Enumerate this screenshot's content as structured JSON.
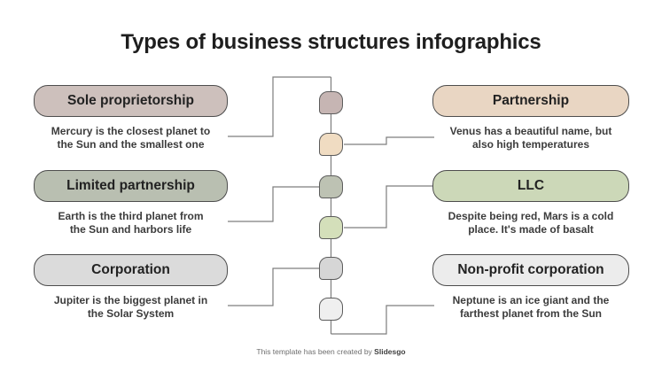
{
  "title": "Types of business structures infographics",
  "items": [
    {
      "title": "Sole proprietorship",
      "description": "Mercury is the closest planet to\nthe Sun and the smallest one",
      "pill_color": "#cdc0bc",
      "node_color": "#c6b5b3"
    },
    {
      "title": "Partnership",
      "description": "Venus has a beautiful name, but\nalso high temperatures",
      "pill_color": "#e9d6c3",
      "node_color": "#f0dcc2"
    },
    {
      "title": "Limited partnership",
      "description": "Earth is the third planet from\nthe Sun and harbors life",
      "pill_color": "#b9bfb1",
      "node_color": "#bdc2b3"
    },
    {
      "title": "LLC",
      "description": "Despite being red, Mars is a cold\nplace. It's made of basalt",
      "pill_color": "#ccd8b8",
      "node_color": "#d4dfba"
    },
    {
      "title": "Corporation",
      "description": "Jupiter is the biggest planet in\nthe Solar System",
      "pill_color": "#dbdbdb",
      "node_color": "#d6d6d6"
    },
    {
      "title": "Non-profit corporation",
      "description": "Neptune is an ice giant and the\nfarthest planet from the Sun",
      "pill_color": "#ececec",
      "node_color": "#efefef"
    }
  ],
  "footer": {
    "text": "This template has been created by ",
    "brand": "Slidesgo"
  },
  "colors": {
    "line": "#7d7d7d",
    "pill_border": "#4d4d4d",
    "title_text": "#1e1e1e",
    "description_text": "#3c3c3c"
  }
}
